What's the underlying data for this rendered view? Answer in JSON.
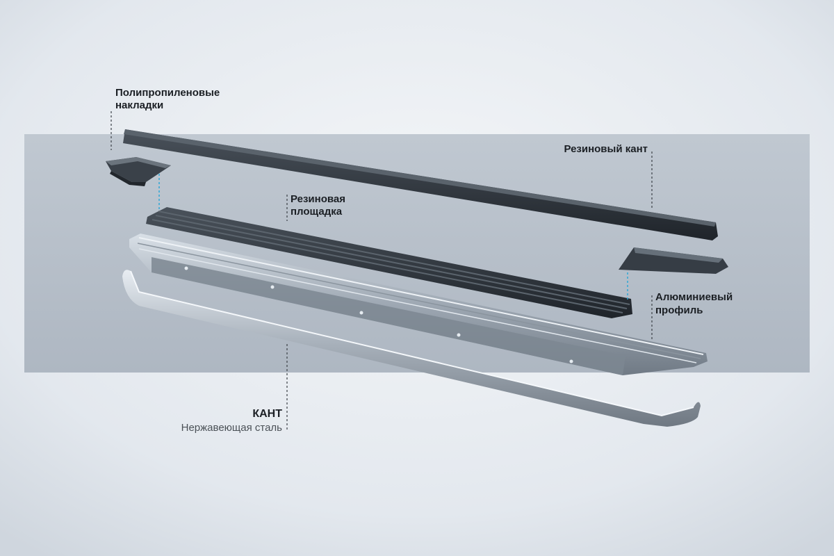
{
  "labels": {
    "polypropylene_caps": [
      "Полипропиленовые",
      "накладки"
    ],
    "rubber_edge": [
      "Резиновый кант"
    ],
    "rubber_pad": [
      "Резиновая",
      "площадка"
    ],
    "aluminum_profile": [
      "Алюминиевый",
      "профиль"
    ],
    "edge_title": "КАНТ",
    "edge_subtitle": "Нержавеющая сталь"
  },
  "colors": {
    "label_text": "#1b1f24",
    "subtitle_text": "#4b5157",
    "leader_line": "#3b4046",
    "guide_line": "#2fa7d6",
    "band": "#b5bec8",
    "rubber": "#2b3037",
    "steel": "#b9c2cc"
  }
}
